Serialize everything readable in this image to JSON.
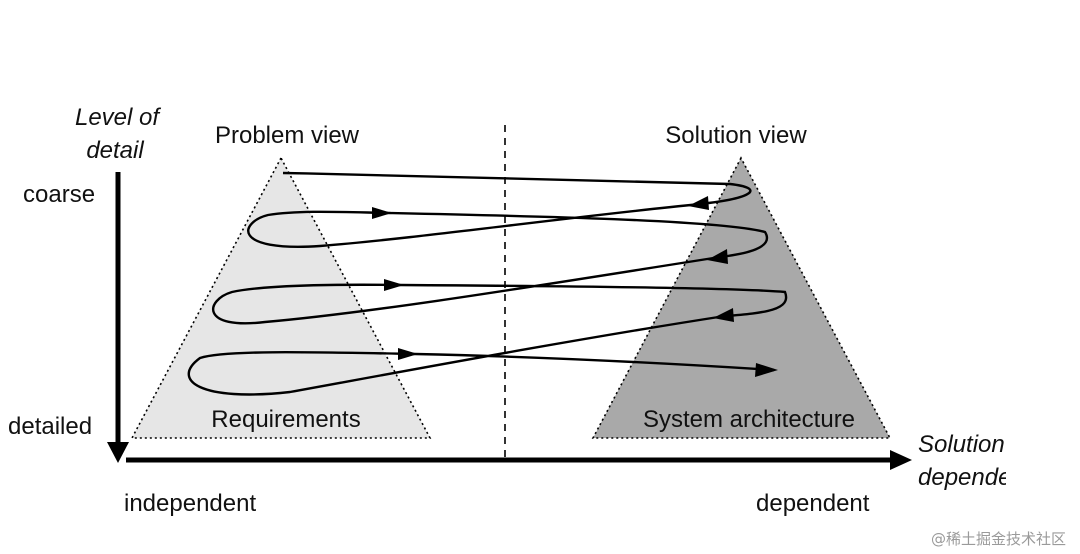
{
  "axis": {
    "y_label_line1": "Level of",
    "y_label_line2": "detail",
    "y_top": "coarse",
    "y_bottom": "detailed",
    "x_label_line1": "Solution",
    "x_label_line2": "dependence",
    "x_left": "independent",
    "x_right": "dependent"
  },
  "problem_view": {
    "title": "Problem view",
    "base_label": "Requirements",
    "fill": "#e6e6e6"
  },
  "solution_view": {
    "title": "Solution view",
    "base_label": "System architecture",
    "fill": "#a9a9a9"
  },
  "watermark": "@稀土掘金技术社区"
}
